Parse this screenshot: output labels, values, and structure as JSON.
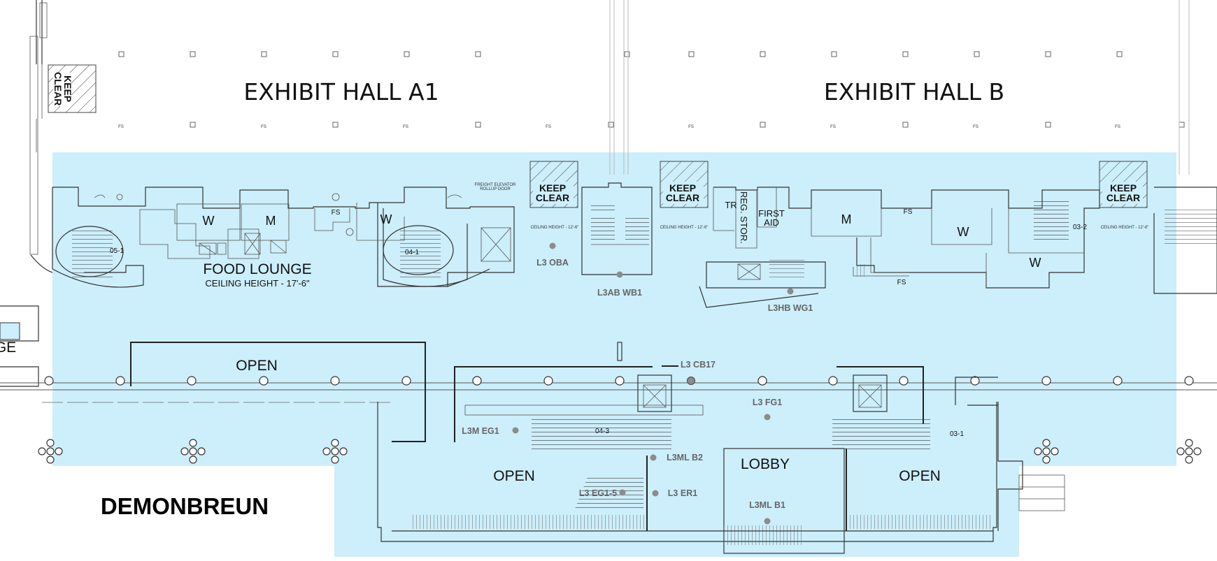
{
  "halls": {
    "a1": "EXHIBIT HALL A1",
    "b": "EXHIBIT HALL B"
  },
  "street": "DEMONBREUN",
  "edge_label": "GE",
  "food_lounge": {
    "title": "FOOD LOUNGE",
    "ceiling": "CEILING HEIGHT - 17'-6\""
  },
  "keep_clear": {
    "line1": "KEEP",
    "line2": "CLEAR"
  },
  "ceiling_small": "CEILING HEIGHT - 12'-6\"",
  "freight": {
    "line1": "FREIGHT ELEVATOR",
    "line2": "ROLLUP DOOR"
  },
  "fs": "FS",
  "rooms": {
    "w": "W",
    "m": "M",
    "tr": "TR",
    "reg_stor": "REG. STOR.",
    "first": "FIRST",
    "aid": "AID",
    "open": "OPEN",
    "lobby": "LOBBY"
  },
  "stairs": {
    "s05_1": "05-1",
    "s04_1": "04-1",
    "s04_3": "04-3",
    "s03_1": "03-1",
    "s03_2": "03-2"
  },
  "sensors": {
    "l3_oba": "L3 OBA",
    "l3ab_wb1": "L3AB WB1",
    "l3hb_wg1": "L3HB WG1",
    "l3_cb17": "L3 CB17",
    "l3_fg1": "L3 FG1",
    "l3m_eg1": "L3M EG1",
    "l3ml_b2": "L3ML B2",
    "l3_eg1_5": "L3 EG1-5",
    "l3_er1": "L3 ER1",
    "l3ml_b1": "L3ML B1"
  },
  "colors": {
    "zone": "#cdeefb",
    "wall": "#333333",
    "sensor": "#8c8c8c",
    "text": "#111111"
  }
}
